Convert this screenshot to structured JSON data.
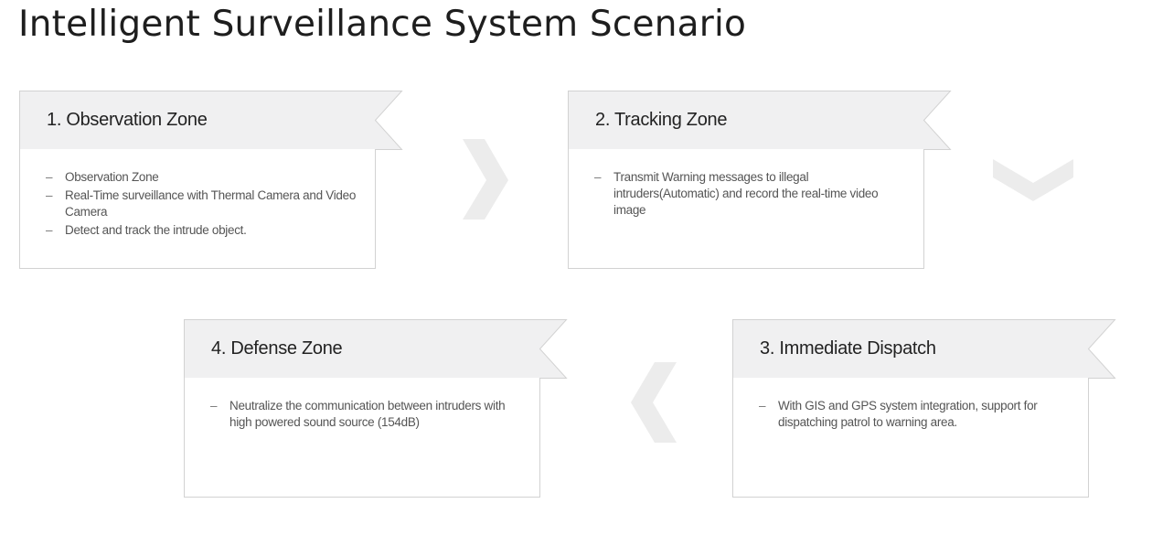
{
  "page_title": "Intelligent Surveillance System Scenario",
  "colors": {
    "header_fill": "#f0f0f1",
    "border": "#d2d2d2",
    "arrow": "#ececec"
  },
  "zones": [
    {
      "title": "1. Observation Zone",
      "items": [
        "Observation Zone",
        "Real-Time surveillance with Thermal Camera and Video Camera",
        "Detect and track the intrude object."
      ]
    },
    {
      "title": "2. Tracking Zone",
      "items": [
        "Transmit Warning messages to illegal intruders(Automatic) and record the real-time video image"
      ]
    },
    {
      "title": "3. Immediate Dispatch",
      "items": [
        "With GIS and GPS system integration, support for dispatching patrol to warning area."
      ]
    },
    {
      "title": "4. Defense Zone",
      "items": [
        "Neutralize the communication between intruders with high powered sound source (154dB)"
      ]
    }
  ],
  "bullet_marker": "–",
  "arrows": [
    "chevron-right-icon",
    "chevron-down-icon",
    "chevron-left-icon"
  ]
}
